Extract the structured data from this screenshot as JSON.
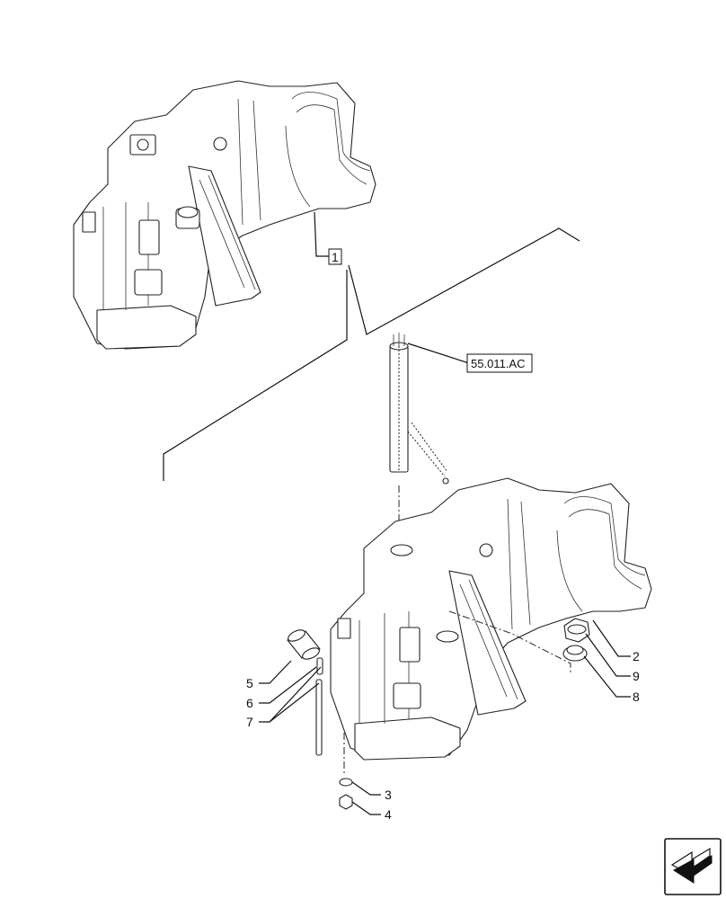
{
  "callouts": {
    "c1": "1",
    "ref": "55.011.AC",
    "c2": "2",
    "c3": "3",
    "c4": "4",
    "c5": "5",
    "c6": "6",
    "c7": "7",
    "c8": "8",
    "c9": "9"
  },
  "nav_icon": "next-page-arrow-icon"
}
